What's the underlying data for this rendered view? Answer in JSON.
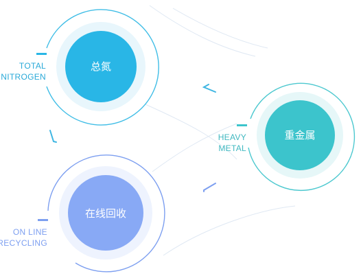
{
  "colors": {
    "nitrogen": "#29b6e6",
    "nitrogen_halo": "#e8f6fc",
    "nitrogen_ring": "#3fbde6",
    "metal": "#3cc4cc",
    "metal_halo": "#e6f7f8",
    "metal_ring": "#4cc8cf",
    "recycling": "#88a9f5",
    "recycling_halo": "#eef3fe",
    "recycling_ring": "#7d9ff0",
    "nitrogen_text": "#29a9d8",
    "metal_text": "#3fb8c0",
    "recycling_text": "#7d9ff0"
  },
  "nodes": {
    "total_nitrogen": {
      "title": "总氮",
      "caption_line1": "TOTAL",
      "caption_line2": "NITROGEN"
    },
    "heavy_metal": {
      "title": "重金属",
      "caption_line1": "HEAVY",
      "caption_line2": "METAL"
    },
    "online_recycling": {
      "title": "在线回收",
      "caption_line1": "ON LINE",
      "caption_line2": "RECYCLING"
    }
  }
}
